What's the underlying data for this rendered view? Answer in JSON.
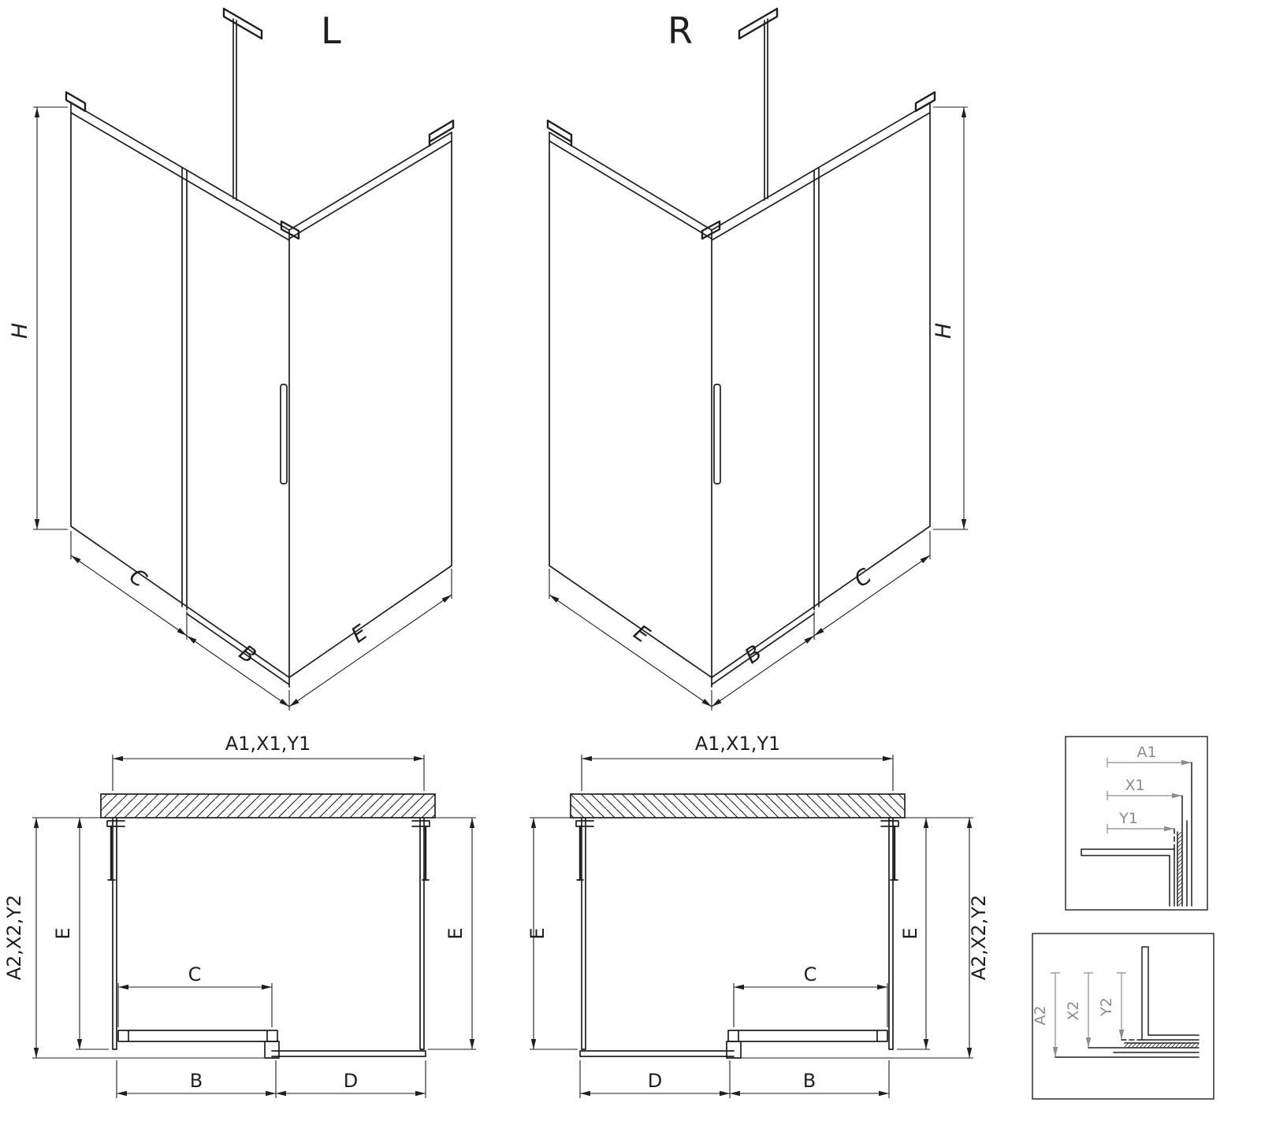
{
  "drawing": {
    "background": "#ffffff",
    "line_color": "#1f1f1f",
    "detail_label_color": "#8c8c8c"
  },
  "iso_left": {
    "title": "L",
    "dims": {
      "height": "H",
      "c": "C",
      "b": "B",
      "e": "E"
    }
  },
  "iso_right": {
    "title": "R",
    "dims": {
      "height": "H",
      "c": "C",
      "b": "B",
      "e": "E"
    }
  },
  "plan_left": {
    "top": "A1,X1,Y1",
    "outer_depth": "A2,X2,Y2",
    "side_left": "E",
    "side_right": "E",
    "door": "C",
    "bottom_left": "B",
    "bottom_right": "D"
  },
  "plan_right": {
    "top": "A1,X1,Y1",
    "outer_depth": "A2,X2,Y2",
    "side_left": "E",
    "side_right": "E",
    "door": "C",
    "bottom_left": "D",
    "bottom_right": "B"
  },
  "detail_top": {
    "labels": [
      "A1",
      "X1",
      "Y1"
    ]
  },
  "detail_bottom": {
    "labels": [
      "A2",
      "X2",
      "Y2"
    ]
  }
}
